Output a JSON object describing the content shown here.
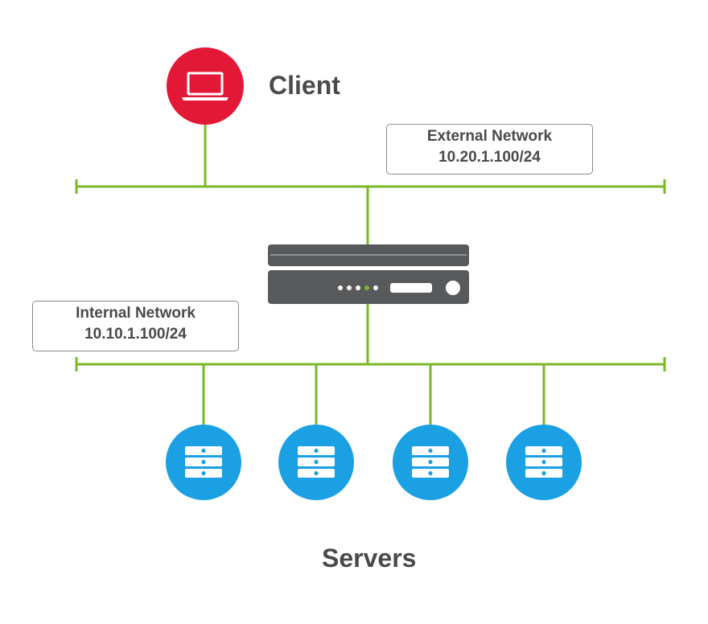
{
  "client": {
    "label": "Client",
    "icon": "laptop-icon",
    "color": "#e31837"
  },
  "external_network": {
    "name": "External Network",
    "address": "10.20.1.100/24"
  },
  "internal_network": {
    "name": "Internal Network",
    "address": "10.10.1.100/24"
  },
  "appliance": {
    "icon": "network-appliance-icon",
    "color": "#58595b"
  },
  "servers": {
    "label": "Servers",
    "icon": "server-icon",
    "color": "#1aa0e3",
    "count": 4
  },
  "colors": {
    "link": "#7ab829",
    "text": "#4a4a4d",
    "box_border": "#8a8a8a"
  }
}
